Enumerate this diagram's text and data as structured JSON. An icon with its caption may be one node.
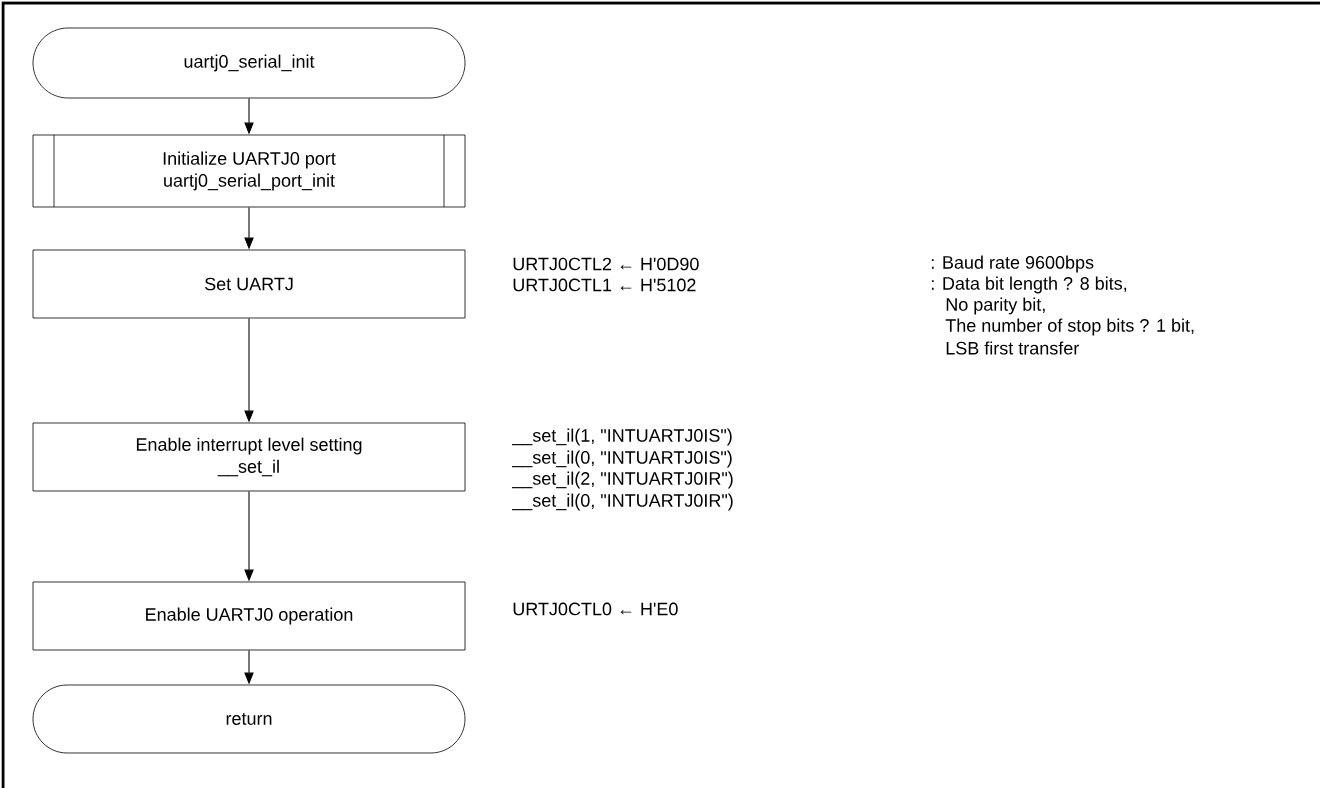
{
  "diagram": {
    "nodes": [
      {
        "text": [
          "uartj0_serial_init"
        ]
      },
      {
        "text": [
          "Initialize UARTJ0 port",
          "uartj0_serial_port_init"
        ]
      },
      {
        "text": [
          "Set UARTJ"
        ]
      },
      {
        "text": [
          "Enable interrupt level setting",
          "__set_il"
        ]
      },
      {
        "text": [
          "Enable UARTJ0 operation"
        ]
      },
      {
        "text": [
          "return"
        ]
      }
    ],
    "edges": [
      {
        "from": 0,
        "to": 1,
        "arrow": "to"
      },
      {
        "from": 1,
        "to": 2,
        "arrow": "to"
      },
      {
        "from": 2,
        "to": 3,
        "arrow": "to"
      },
      {
        "from": 3,
        "to": 4,
        "arrow": "to"
      },
      {
        "from": 4,
        "to": 5,
        "arrow": "to"
      }
    ],
    "labels": [
      "URTJ0CTL2 ← H'0D90",
      ": Baud rate 9600bps",
      "URTJ0CTL1 ← H'5102",
      ": Data bit length ? 8 bits,",
      "No parity bit,",
      "The number of stop bits ? 1 bit,",
      "LSB first transfer",
      "__set_il(1, \"INTUARTJ0IS\")",
      "__set_il(0, \"INTUARTJ0IS\")",
      "__set_il(2, \"INTUARTJ0IR\")",
      "__set_il(0, \"INTUARTJ0IR\")",
      "URTJ0CTL0 ← H'E0"
    ]
  }
}
